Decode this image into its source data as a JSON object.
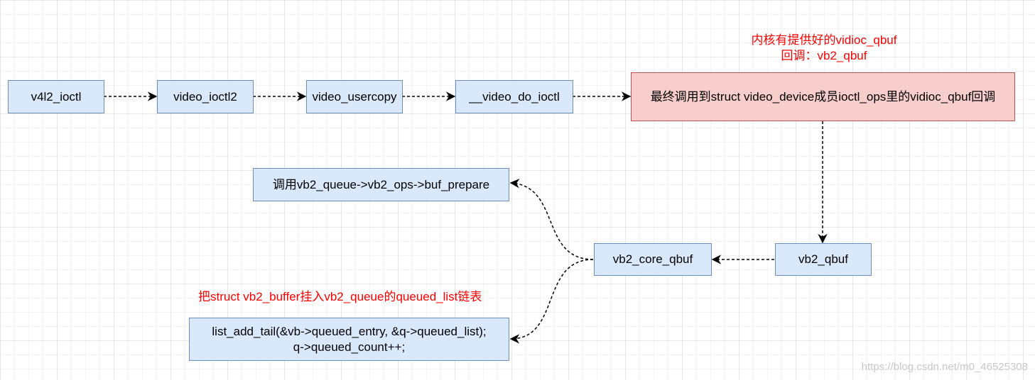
{
  "nodes": {
    "v4l2_ioctl": "v4l2_ioctl",
    "video_ioctl2": "video_ioctl2",
    "video_usercopy": "video_usercopy",
    "video_do_ioctl": "__video_do_ioctl",
    "final_callback": "最终调用到struct video_device成员ioctl_ops里的vidioc_qbuf回调",
    "vb2_qbuf": "vb2_qbuf",
    "vb2_core_qbuf": "vb2_core_qbuf",
    "buf_prepare": "调用vb2_queue->vb2_ops->buf_prepare",
    "list_add_tail": {
      "line1": "list_add_tail(&vb->queued_entry, &q->queued_list);",
      "line2": "q->queued_count++;"
    }
  },
  "notes": {
    "kernel_line1": "内核有提供好的vidioc_qbuf",
    "kernel_line2": "回调：vb2_qbuf",
    "queue_note": "把struct vb2_buffer挂入vb2_queue的queued_list链表"
  },
  "watermark": "https://blog.csdn.net/m0_46525308",
  "colors": {
    "node_fill": "#dae8fc",
    "node_border": "#6c8ebf",
    "highlight_fill": "#f8cecc",
    "highlight_border": "#b85450",
    "note_text": "#ff0000"
  }
}
